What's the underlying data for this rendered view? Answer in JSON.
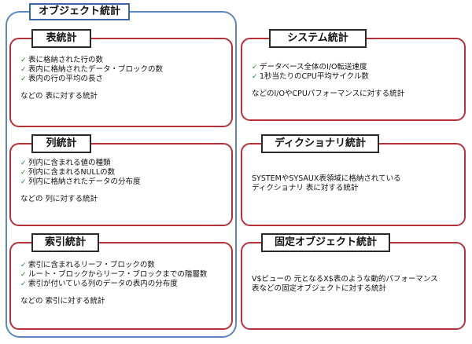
{
  "group": {
    "title": "オブジェクト統計"
  },
  "table_stats": {
    "title": "表統計",
    "items": [
      "表に格納された行の数",
      "表内に格納されたデータ・ブロックの数",
      "表内の行の平均の長さ"
    ],
    "trailer": "などの 表に対する統計"
  },
  "column_stats": {
    "title": "列統計",
    "items": [
      "列内に含まれる値の種類",
      "列内に含まれるNULLの数",
      "列内に格納されたデータの分布度"
    ],
    "trailer": "などの 列に対する統計"
  },
  "index_stats": {
    "title": "索引統計",
    "items": [
      "索引に含まれるリーフ・ブロックの数",
      "ルート・ブロックからリーフ・ブロックまでの階層数",
      "索引が付いている列のデータの表内の分布度"
    ],
    "trailer": "などの 索引に対する統計"
  },
  "system_stats": {
    "title": "システム統計",
    "items": [
      "データベース全体のI/O転送速度",
      "1秒当たりのCPU平均サイクル数"
    ],
    "trailer": "などのI/OやCPUパフォーマンスに対する統計"
  },
  "dictionary_stats": {
    "title": "ディクショナリ統計",
    "lines": [
      "SYSTEMやSYSAUX表領域に格納されている",
      "ディクショナリ 表に対する統計"
    ]
  },
  "fixed_object_stats": {
    "title": "固定オブジェクト統計",
    "lines": [
      "V$ビューの 元となるX$表のような動的パフォーマンス",
      "表などの固定オブジェクトに対する統計"
    ]
  },
  "icons": {
    "bullet": "check-mark"
  },
  "colors": {
    "card_border": "#b8303a",
    "group_border": "#5b87c2"
  }
}
